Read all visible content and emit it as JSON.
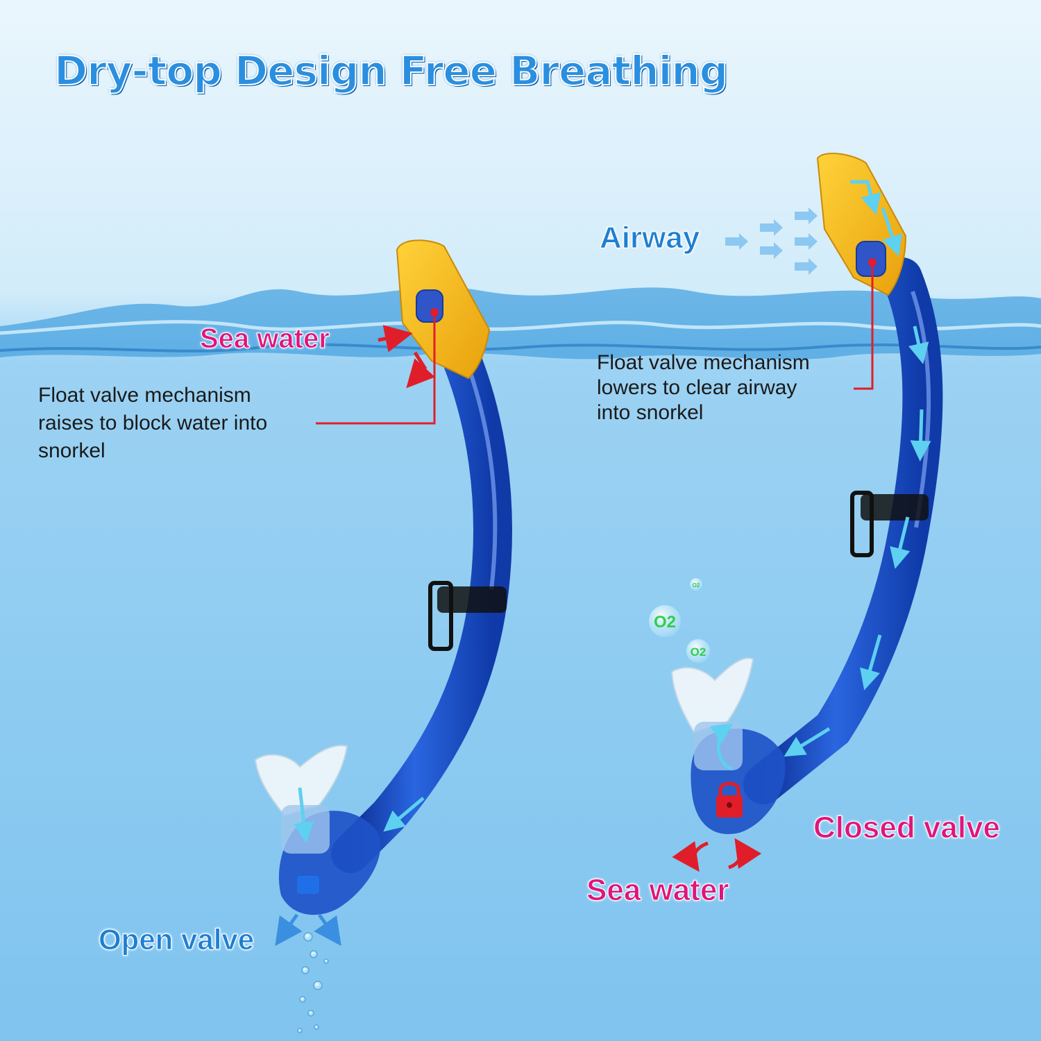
{
  "title": "Dry-top Design Free Breathing",
  "left": {
    "sea_water_label": "Sea water",
    "description_lines": [
      "Float valve mechanism",
      "raises to block water into",
      "snorkel"
    ],
    "valve_label": "Open valve"
  },
  "right": {
    "airway_label": "Airway",
    "description_lines": [
      "Float valve mechanism",
      "lowers to clear airway",
      "into snorkel"
    ],
    "valve_label": "Closed valve",
    "sea_water_label": "Sea water",
    "bubble_labels": [
      "O2",
      "O2",
      "O2"
    ]
  },
  "colors": {
    "title": "#2a8fe0",
    "pink_label": "#e0157a",
    "blue_label": "#1e7fd0",
    "tube": "#1745b8",
    "float_top": "#f5b81a",
    "callout_line": "#e01e2a"
  }
}
